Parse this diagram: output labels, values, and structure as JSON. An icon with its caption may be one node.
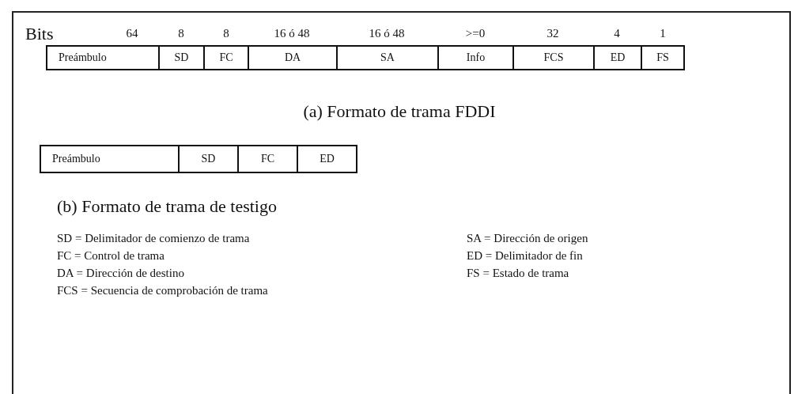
{
  "diagram": {
    "nodes": [
      {
        "text": [
          "Preámbulo"
        ]
      },
      {
        "text": [
          "SD"
        ]
      },
      {
        "text": [
          "FC"
        ]
      },
      {
        "text": [
          "DA"
        ]
      },
      {
        "text": [
          "SA"
        ]
      },
      {
        "text": [
          "Info"
        ]
      },
      {
        "text": [
          "FCS"
        ]
      },
      {
        "text": [
          "ED"
        ]
      },
      {
        "text": [
          "FS"
        ]
      },
      {
        "text": [
          "Preámbulo"
        ]
      },
      {
        "text": [
          "SD"
        ]
      },
      {
        "text": [
          "FC"
        ]
      },
      {
        "text": [
          "ED"
        ]
      }
    ],
    "edges": [],
    "labels": [
      "Bits",
      "64",
      "8",
      "8",
      "16 ó 48",
      "16 ó 48",
      ">=0",
      "32",
      "4",
      "1",
      "(a) Formato de trama FDDI",
      "(b) Formato de trama de testigo",
      "SD = Delimitador de comienzo de trama",
      "SA = Dirección de origen",
      "FC = Control de trama",
      "ED = Delimitador de fin",
      "DA = Dirección de destino",
      "FS = Estado de trama",
      "FCS = Secuencia de  comprobación  de trama"
    ]
  }
}
